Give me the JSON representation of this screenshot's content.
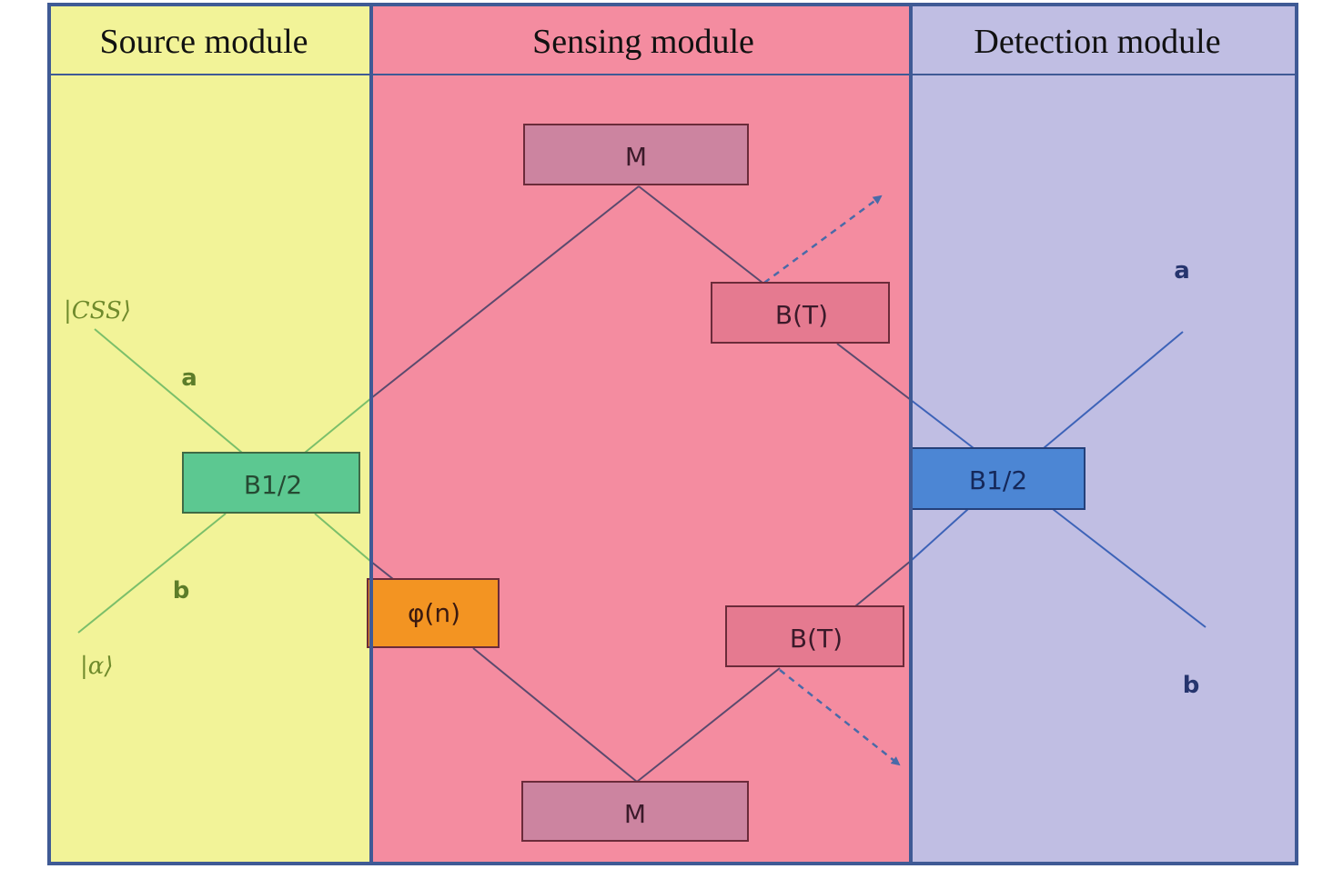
{
  "modules": {
    "source": {
      "title": "Source module",
      "color": "#f2f398"
    },
    "sensing": {
      "title": "Sensing module",
      "color": "#f48ca0"
    },
    "detection": {
      "title": "Detection module",
      "color": "#c0bee3"
    }
  },
  "source_beamsplitter": {
    "label": "B1/2",
    "color": "#5cc891"
  },
  "detection_beamsplitter": {
    "label": "B1/2",
    "color": "#4c86d4"
  },
  "phase_shifter": {
    "label": "φ(n)",
    "color": "#f39422"
  },
  "mirror_top": {
    "label": "M"
  },
  "mirror_bottom": {
    "label": "M"
  },
  "loss_upper": {
    "label": "B(T)"
  },
  "loss_lower": {
    "label": "B(T)"
  },
  "inputs": {
    "css_state": "|CSS⟩",
    "coherent_state": "|α⟩",
    "port_a": "a",
    "port_b": "b"
  },
  "outputs": {
    "port_a": "a",
    "port_b": "b"
  },
  "colors": {
    "border": "#3f5a95",
    "mirror_fill": "#cc84a0",
    "loss_fill": "#e57a90",
    "box_stroke": "#6b2b3a",
    "source_line": "#7bbf6a",
    "sensing_line": "#5b4a6e",
    "detection_line": "#3d63b8",
    "source_text": "#5d7d2a",
    "detection_text": "#26356e"
  }
}
